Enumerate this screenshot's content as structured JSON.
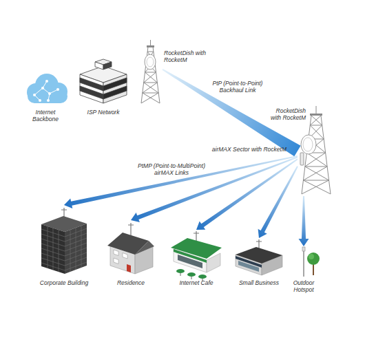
{
  "diagram": {
    "nodes": [
      {
        "text": [
          "Internet Backbone"
        ]
      },
      {
        "text": [
          "ISP Network"
        ]
      },
      {
        "text": [
          "RocketDish with RocketM"
        ]
      },
      {
        "text": [
          "RocketDish with RocketM",
          "airMAX Sector with RocketM"
        ]
      },
      {
        "text": [
          "Corporate Building"
        ]
      },
      {
        "text": [
          "Residence"
        ]
      },
      {
        "text": [
          "Internet Cafe"
        ]
      },
      {
        "text": [
          "Small Business"
        ]
      },
      {
        "text": [
          "Outdoor Hotspot"
        ]
      }
    ],
    "edges": [
      {
        "from": 2,
        "to": 3,
        "arrow": "none",
        "label": "PtP (Point-to-Point) Backhaul Link"
      },
      {
        "from": 3,
        "to": 4,
        "arrow": "to"
      },
      {
        "from": 3,
        "to": 5,
        "arrow": "to"
      },
      {
        "from": 3,
        "to": 6,
        "arrow": "to"
      },
      {
        "from": 3,
        "to": 7,
        "arrow": "to"
      },
      {
        "from": 3,
        "to": 8,
        "arrow": "to"
      }
    ],
    "labels": [
      "PtMP (Point-to-MultiPoint) airMAX Links"
    ]
  }
}
